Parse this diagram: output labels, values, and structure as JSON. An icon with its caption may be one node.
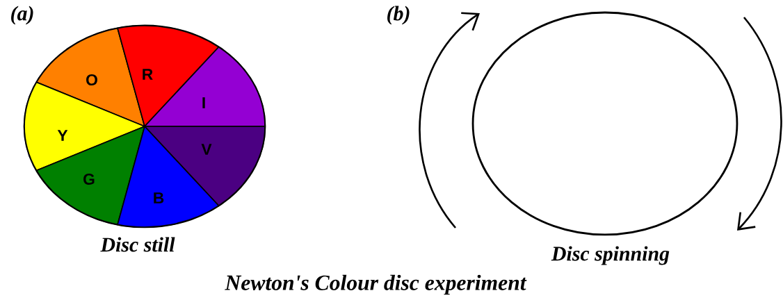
{
  "diagram": {
    "caption": "Newton's Colour disc experiment",
    "nodes": [
      {
        "text": [],
        "shape": "circle",
        "beside": [
          "Disc still"
        ]
      },
      {
        "text": [
          "O"
        ],
        "in": 0
      },
      {
        "text": [
          "R"
        ],
        "in": 0
      },
      {
        "text": [
          "I"
        ],
        "in": 0
      },
      {
        "text": [
          "Y"
        ],
        "in": 0
      },
      {
        "text": [
          "V"
        ],
        "in": 0
      },
      {
        "text": [
          "G"
        ],
        "in": 0
      },
      {
        "text": [
          "B"
        ],
        "in": 0
      },
      {
        "text": [],
        "shape": "circle",
        "beside": [
          "Disc spinning"
        ]
      }
    ],
    "labels": [
      "(a)",
      "(b)"
    ]
  }
}
